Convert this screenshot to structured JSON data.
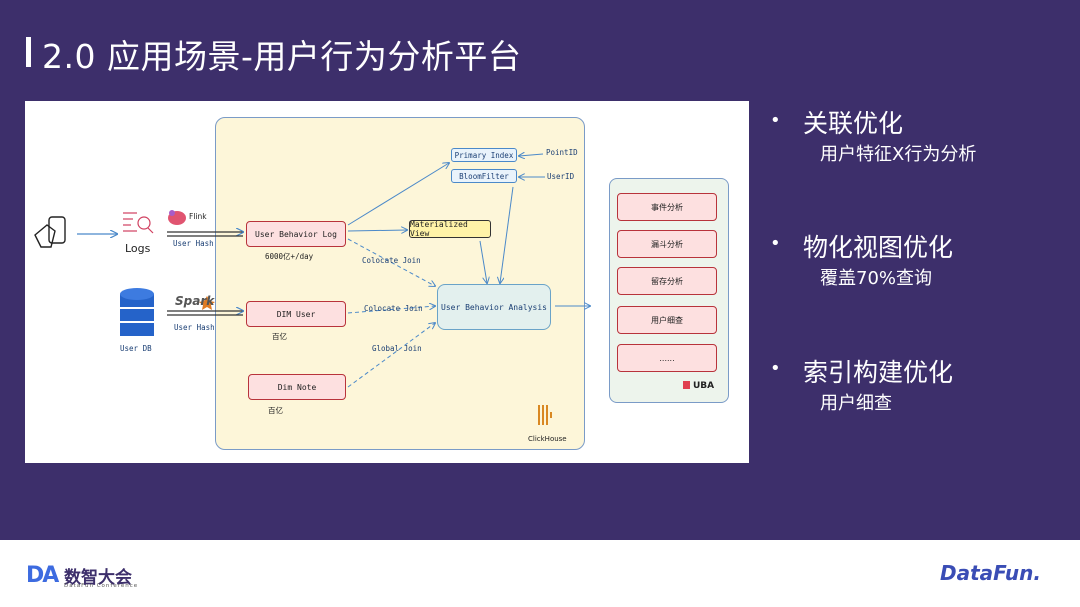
{
  "slide": {
    "title": "2.0  应用场景-用户行为分析平台"
  },
  "diagram": {
    "sources": {
      "logs": "Logs",
      "flink": "Flink",
      "user_hash_1": "User Hash",
      "spark": "Spark",
      "user_hash_2": "User Hash",
      "user_db": "User DB"
    },
    "tables": {
      "user_behavior_log": "User Behavior Log",
      "ubl_volume": "6000亿+/day",
      "dim_user": "DIM User",
      "dim_user_volume": "百亿",
      "dim_note": "Dim Note",
      "dim_note_volume": "百亿"
    },
    "indexes": {
      "primary_index": "Primary Index",
      "bloom_filter": "BloomFilter",
      "point_id": "PointID",
      "user_id": "UserID"
    },
    "materialized_view": "Materialized View",
    "analysis": "User Behavior Analysis",
    "joins": {
      "colocate_1": "Colocate Join",
      "colocate_2": "Colocate Join",
      "global": "Global Join"
    },
    "clickhouse": "ClickHouse",
    "uba_items": [
      "事件分析",
      "漏斗分析",
      "留存分析",
      "用户细查",
      "......"
    ],
    "uba_logo": "UBA"
  },
  "bullets": [
    {
      "main": "关联优化",
      "sub": "用户特征X行为分析"
    },
    {
      "main": "物化视图优化",
      "sub": "覆盖70%查询"
    },
    {
      "main": "索引构建优化",
      "sub": "用户细查"
    }
  ],
  "footer": {
    "left_logo": "DA",
    "left_name": "数智大会",
    "left_sub": "DataFun Conference",
    "right_logo": "DataFun."
  },
  "colors": {
    "background": "#3d2f6b",
    "clickhouse_panel": "#fdf6d9",
    "uba_panel": "#edf4ec",
    "table_fill": "#fde0e0",
    "table_border": "#b8333b",
    "arrow": "#4b89c9"
  }
}
